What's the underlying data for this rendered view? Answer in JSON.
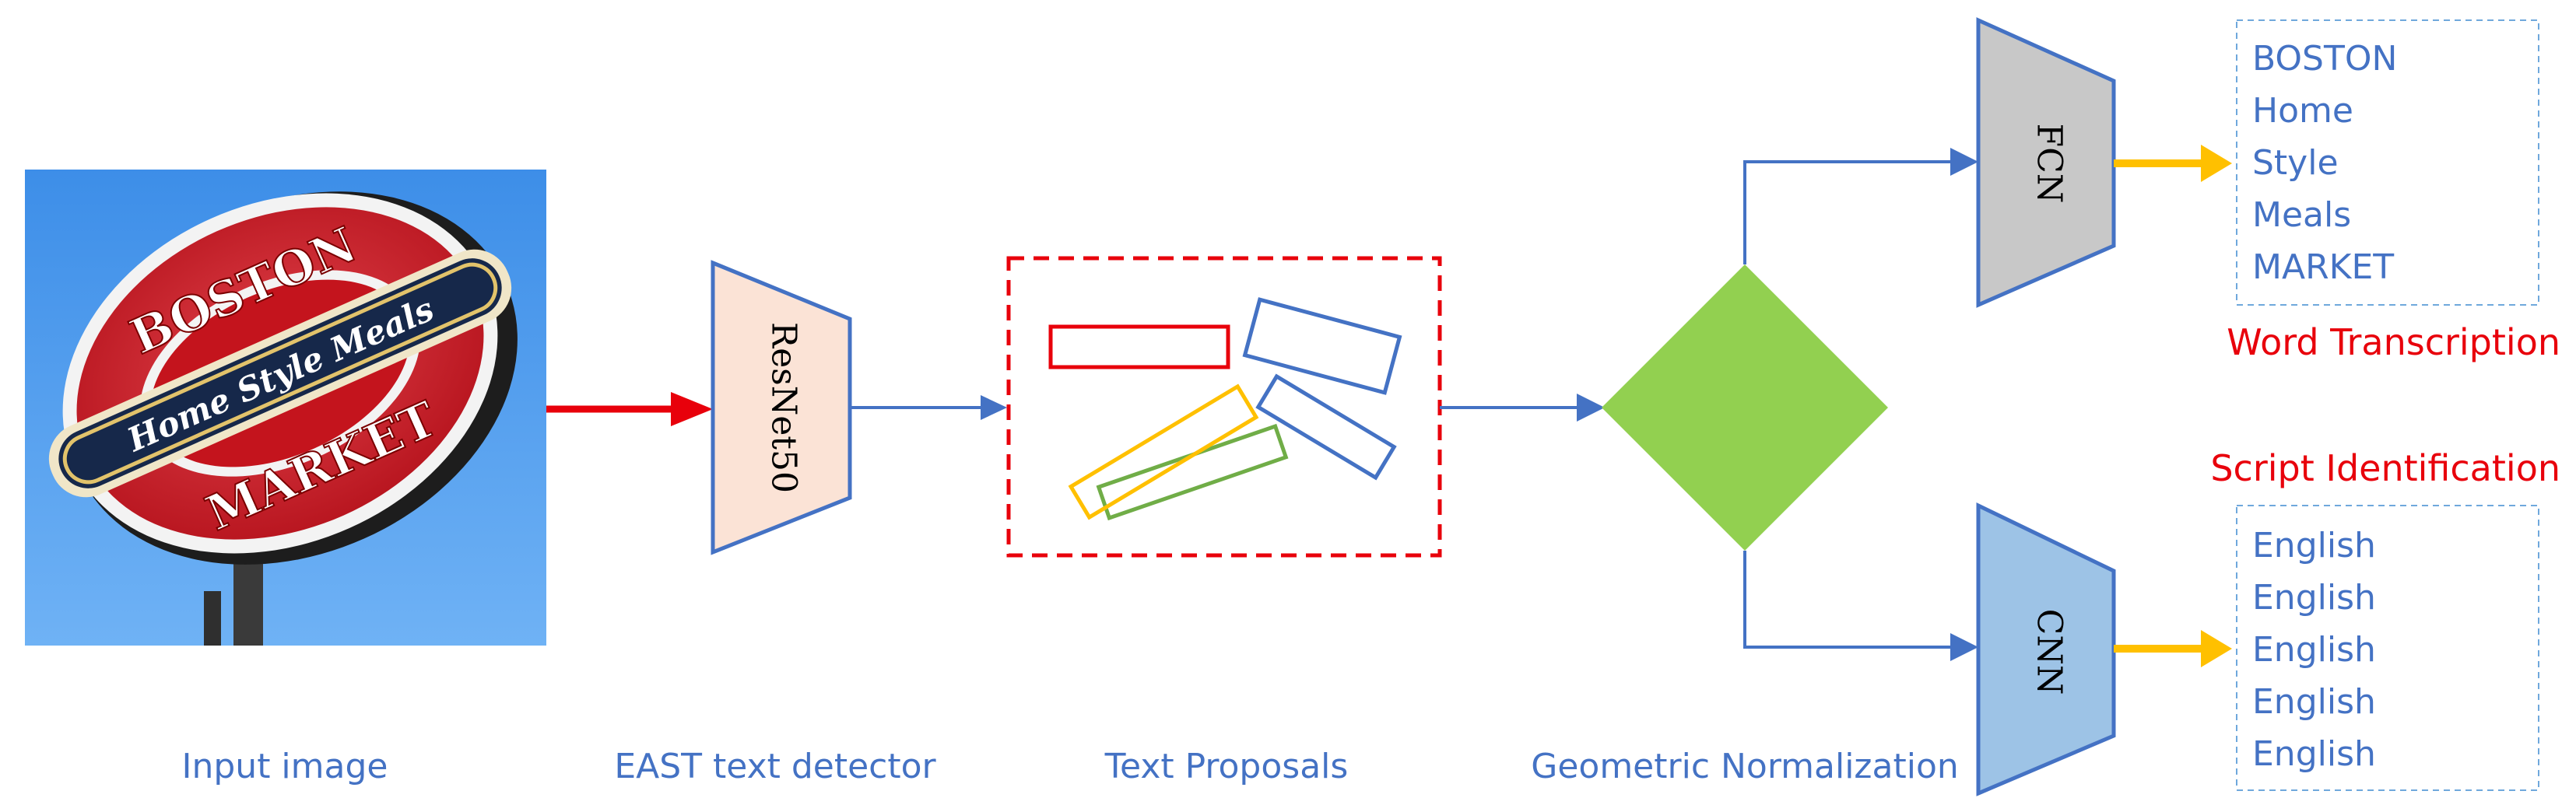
{
  "input_image": {
    "caption": "Input image",
    "sign_top": "BOSTON",
    "sign_middle": "Home Style Meals",
    "sign_bottom": "MARKET"
  },
  "detector": {
    "caption": "EAST text detector",
    "backbone_label": "ResNet50",
    "fill_color": "#fbe3d6",
    "stroke_color": "#4472c4"
  },
  "proposals": {
    "caption": "Text Proposals",
    "box_colors": [
      "#e8000b",
      "#4472c4",
      "#4472c4",
      "#ffc000",
      "#70ad47"
    ]
  },
  "normalization": {
    "caption": "Geometric Normalization",
    "diamond_color": "#92d050"
  },
  "fcn": {
    "label": "FCN",
    "fill_color": "#c8c8c8"
  },
  "cnn": {
    "label": "CNN",
    "fill_color": "#9dc3e6"
  },
  "word_transcription": {
    "title": "Word Transcription",
    "words": [
      "BOSTON",
      "Home",
      "Style",
      "Meals",
      "MARKET"
    ]
  },
  "script_identification": {
    "title": "Script Identification",
    "scripts": [
      "English",
      "English",
      "English",
      "English",
      "English"
    ]
  },
  "colors": {
    "flow_arrow": "#4472c4",
    "input_arrow": "#e8000b",
    "output_arrow": "#ffc000",
    "text_blue": "#4472c4",
    "text_red": "#e8000b"
  }
}
